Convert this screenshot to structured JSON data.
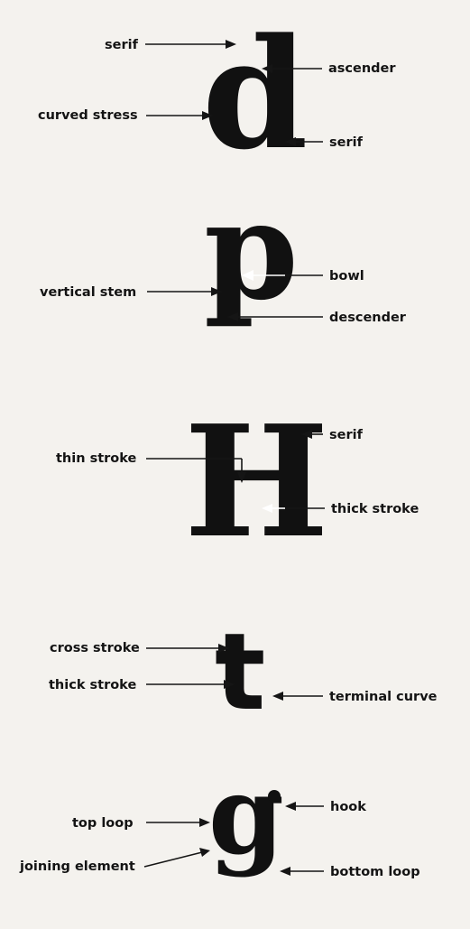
{
  "sections": [
    {
      "id": "d",
      "glyph": "d",
      "labels": {
        "serif_top": "serif",
        "ascender": "ascender",
        "curved_stress": "curved stress",
        "serif_bottom": "serif"
      }
    },
    {
      "id": "p",
      "glyph": "p",
      "labels": {
        "bowl": "bowl",
        "vertical_stem": "vertical stem",
        "descender": "descender"
      }
    },
    {
      "id": "H",
      "glyph": "H",
      "labels": {
        "serif": "serif",
        "thin_stroke": "thin stroke",
        "thick_stroke": "thick stroke"
      }
    },
    {
      "id": "t",
      "glyph": "t",
      "labels": {
        "cross_stroke": "cross stroke",
        "thick_stroke": "thick stroke",
        "terminal_curve": "terminal curve"
      }
    },
    {
      "id": "g",
      "glyph": "g",
      "labels": {
        "hook": "hook",
        "top_loop": "top loop",
        "joining_element": "joining element",
        "bottom_loop": "bottom loop"
      }
    }
  ],
  "colors": {
    "ink": "#111111",
    "paper": "#f4f2ee"
  }
}
